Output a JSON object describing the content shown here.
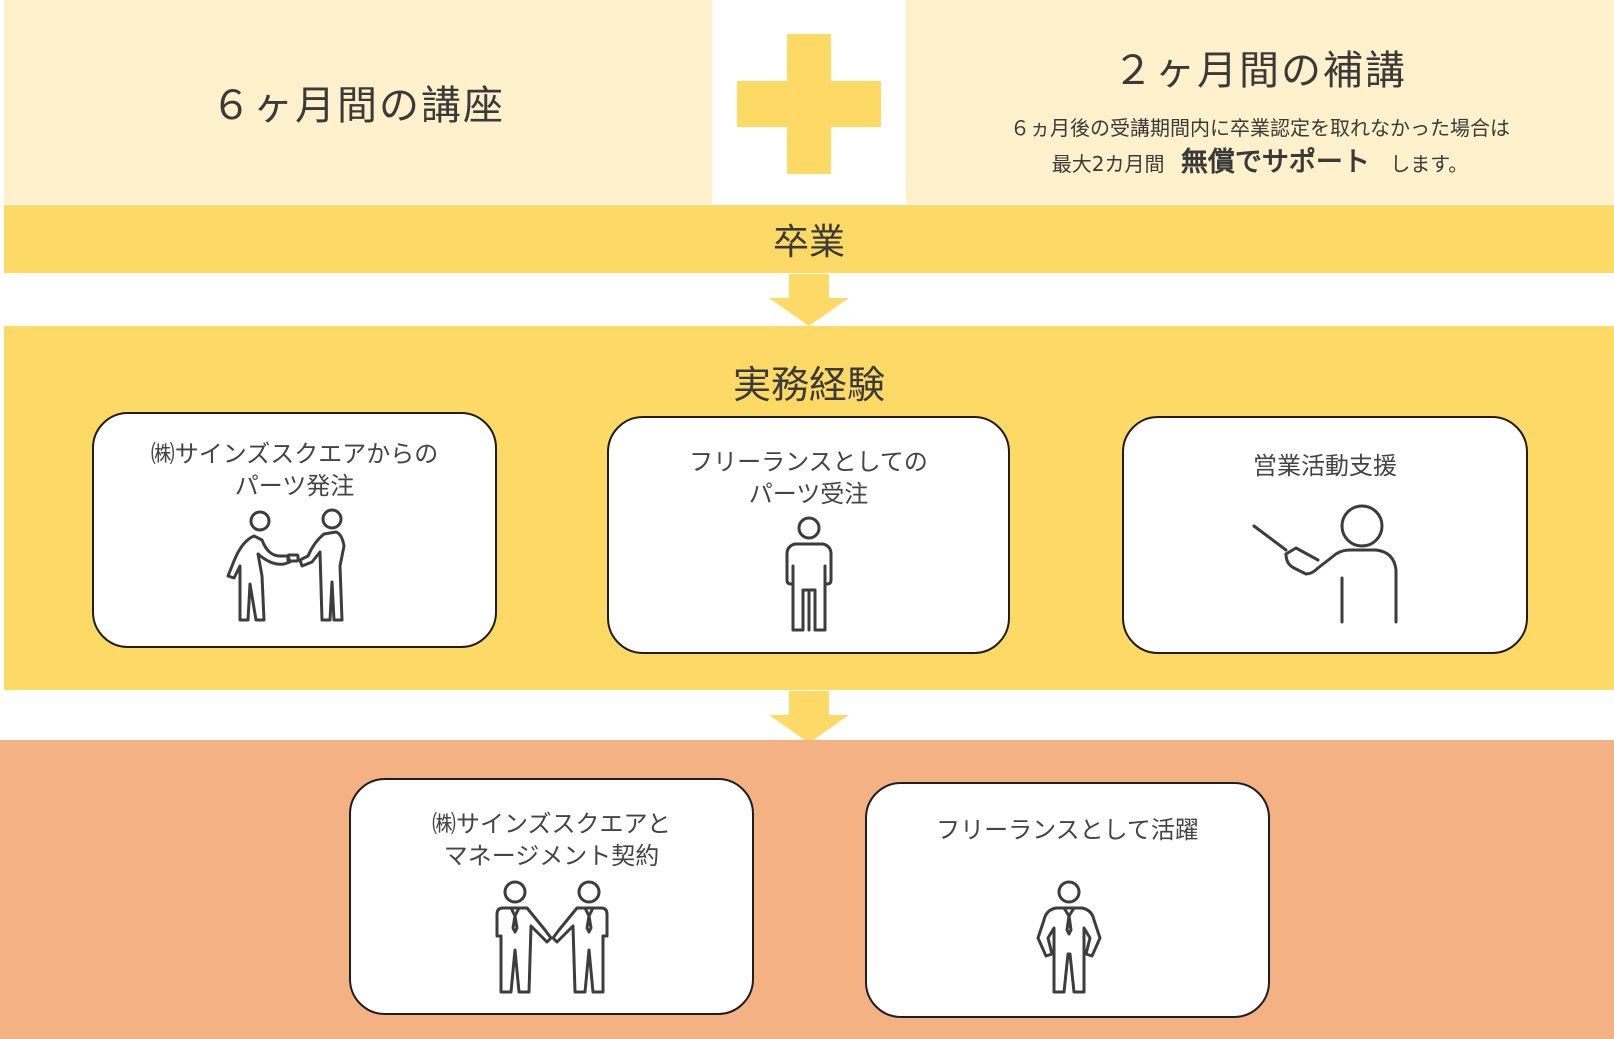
{
  "colors": {
    "panel_light": "#fff1cb",
    "band_yellow": "#fdd966",
    "band_orange": "#f4b183",
    "plus": "#fdd966",
    "card_border": "#1e1e1e",
    "icon_stroke": "#3d3d3d"
  },
  "top": {
    "left_title": "６ヶ月間の講座",
    "right_title": "２ヶ月間の補講",
    "right_note_line1": "６ヵ月後の受講期間内に卒業認定を取れなかった場合は",
    "right_note_line2_prefix": "最大2カ月間",
    "right_note_line2_emphasis": "無償でサポート",
    "right_note_line2_suffix": "します。",
    "plus_icon": "plus-icon"
  },
  "graduation": {
    "label": "卒業"
  },
  "experience": {
    "title": "実務経験",
    "cards": [
      {
        "label": "㈱サインズスクエアからの\nパーツ発注",
        "icon": "handover-icon"
      },
      {
        "label": "フリーランスとしての\nパーツ受注",
        "icon": "person-icon"
      },
      {
        "label": "営業活動支援",
        "icon": "presenter-icon"
      }
    ]
  },
  "outcome": {
    "cards": [
      {
        "label": "㈱サインズスクエアと\nマネージメント契約",
        "icon": "handshake-icon"
      },
      {
        "label": "フリーランスとして活躍",
        "icon": "businessman-icon"
      }
    ]
  }
}
